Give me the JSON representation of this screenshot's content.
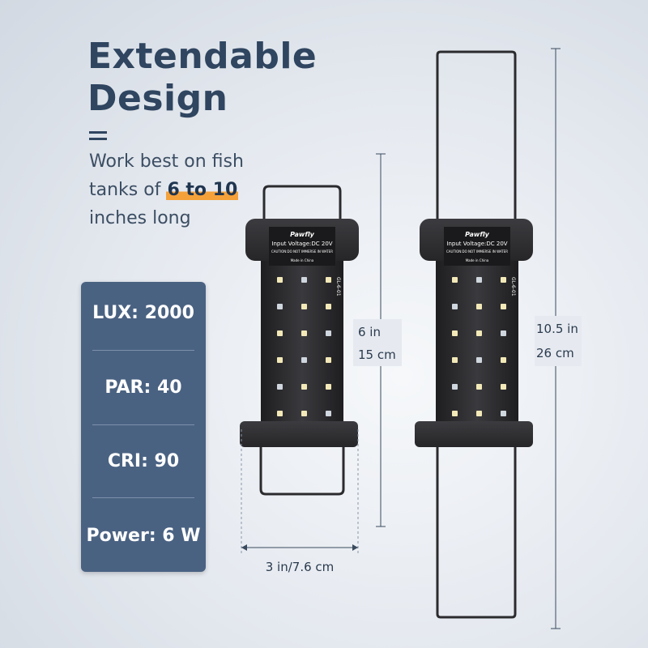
{
  "headline": {
    "line1": "Extendable",
    "line2": "Design"
  },
  "description": {
    "prefix": "Work best on fish tanks of ",
    "highlight": "6 to 10",
    "suffix": " inches long"
  },
  "specs": [
    {
      "label": "LUX: 2000"
    },
    {
      "label": "PAR: 40"
    },
    {
      "label": "CRI: 90"
    },
    {
      "label": "Power: 6 W"
    }
  ],
  "light": {
    "brand": "Pawfly",
    "voltage": "Input Voltage:DC 20V",
    "caution": "CAUTION:DO NOT IMMERSE IN WATER",
    "made_in": "Made in China",
    "model": "GL-6-01"
  },
  "dimensions": {
    "short_height_in": "6 in",
    "short_height_cm": "15 cm",
    "width": "3 in/7.6 cm",
    "extended_height_in": "10.5 in",
    "extended_height_cm": "26 cm"
  },
  "colors": {
    "title": "#2f4560",
    "highlight": "#f5a13a",
    "spec_panel": "#4a6282",
    "light_body": "#2b2b2e"
  }
}
